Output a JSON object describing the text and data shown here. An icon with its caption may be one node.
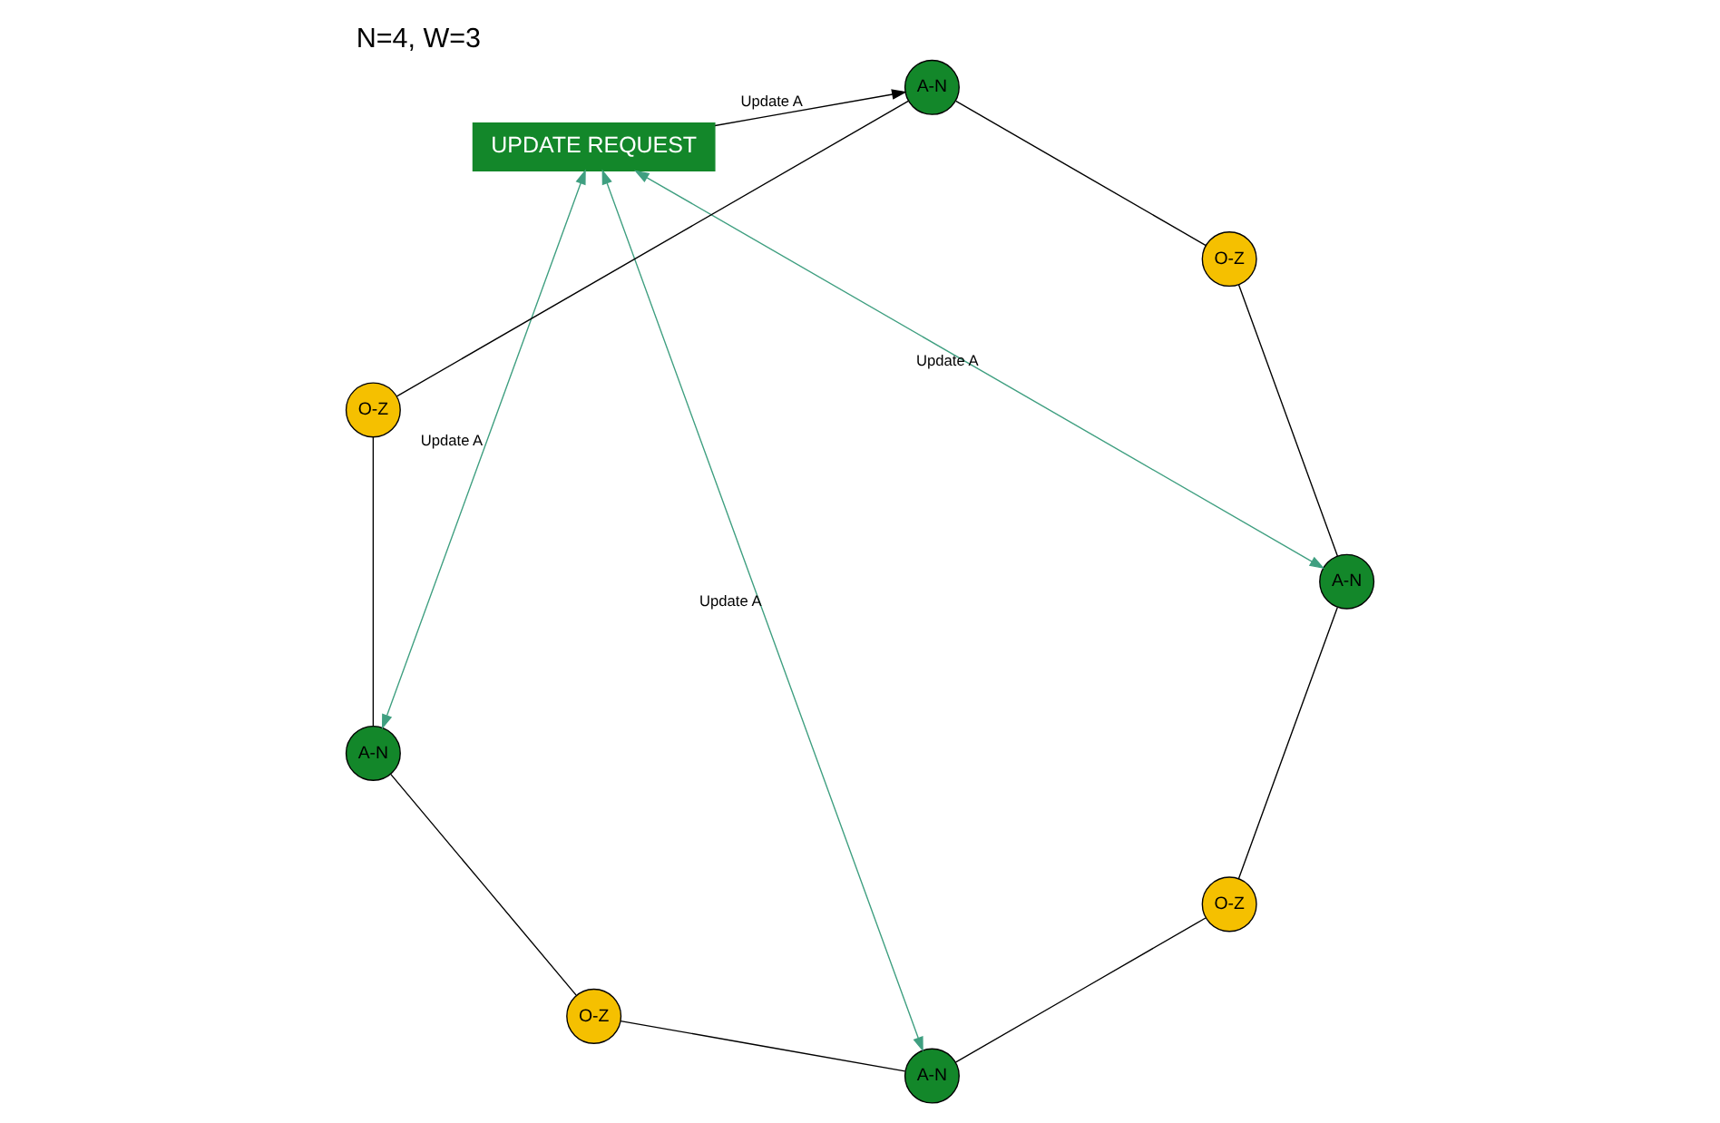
{
  "diagram": {
    "title": "N=4, W=3",
    "nodes": [
      {
        "text": [
          "O-Z"
        ]
      },
      {
        "text": [
          "A-N"
        ]
      },
      {
        "text": [
          "A-N"
        ]
      },
      {
        "text": [
          "UPDATE REQUEST"
        ]
      },
      {
        "text": [
          "O-Z"
        ]
      },
      {
        "text": [
          "O-Z"
        ]
      },
      {
        "text": [
          "A-N"
        ]
      },
      {
        "text": [
          "A-N"
        ]
      },
      {
        "text": [
          "O-Z"
        ]
      }
    ],
    "edges": [
      {
        "from": 0,
        "to": 2,
        "arrow": "none"
      },
      {
        "from": 2,
        "to": 5,
        "arrow": "none"
      },
      {
        "from": 5,
        "to": 7,
        "arrow": "none"
      },
      {
        "from": 7,
        "to": 8,
        "arrow": "none"
      },
      {
        "from": 8,
        "to": 6,
        "arrow": "none"
      },
      {
        "from": 6,
        "to": 4,
        "arrow": "none"
      },
      {
        "from": 4,
        "to": 1,
        "arrow": "none"
      },
      {
        "from": 1,
        "to": 0,
        "arrow": "none"
      },
      {
        "from": 2,
        "to": 3,
        "arrow": "both",
        "label": "Update A",
        "color": "#3f9f80"
      },
      {
        "from": 1,
        "to": 3,
        "arrow": "both",
        "label": "Update A",
        "color": "#3f9f80"
      },
      {
        "from": 7,
        "to": 3,
        "arrow": "both",
        "label": "Update A",
        "color": "#3f9f80"
      },
      {
        "from": 3,
        "to": 6,
        "arrow": "to",
        "label": "Update A"
      }
    ]
  }
}
